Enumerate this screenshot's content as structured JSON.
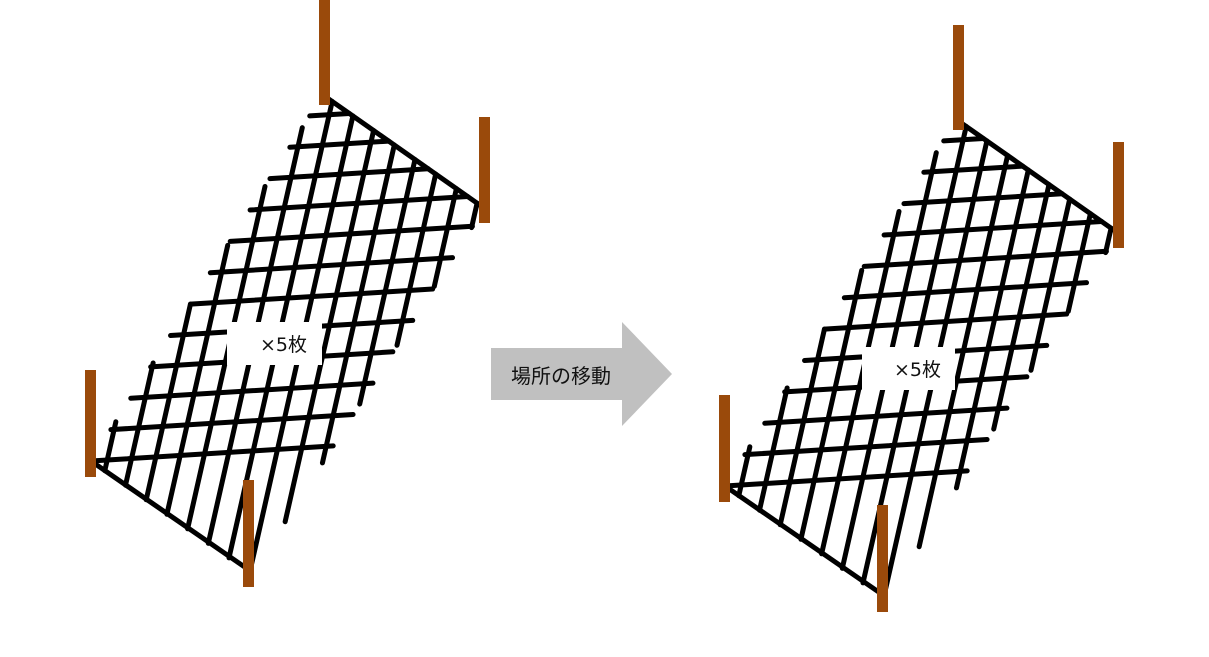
{
  "diagram": {
    "before": {
      "count_label": "×5枚"
    },
    "arrow": {
      "label": "場所の移動"
    },
    "after": {
      "count_label": "×5枚"
    },
    "colors": {
      "post": "#9a4a0b",
      "net": "#000000",
      "arrow": "#c0c0c0",
      "background": "#ffffff"
    },
    "net_icon": "cargo-net-mesh"
  }
}
